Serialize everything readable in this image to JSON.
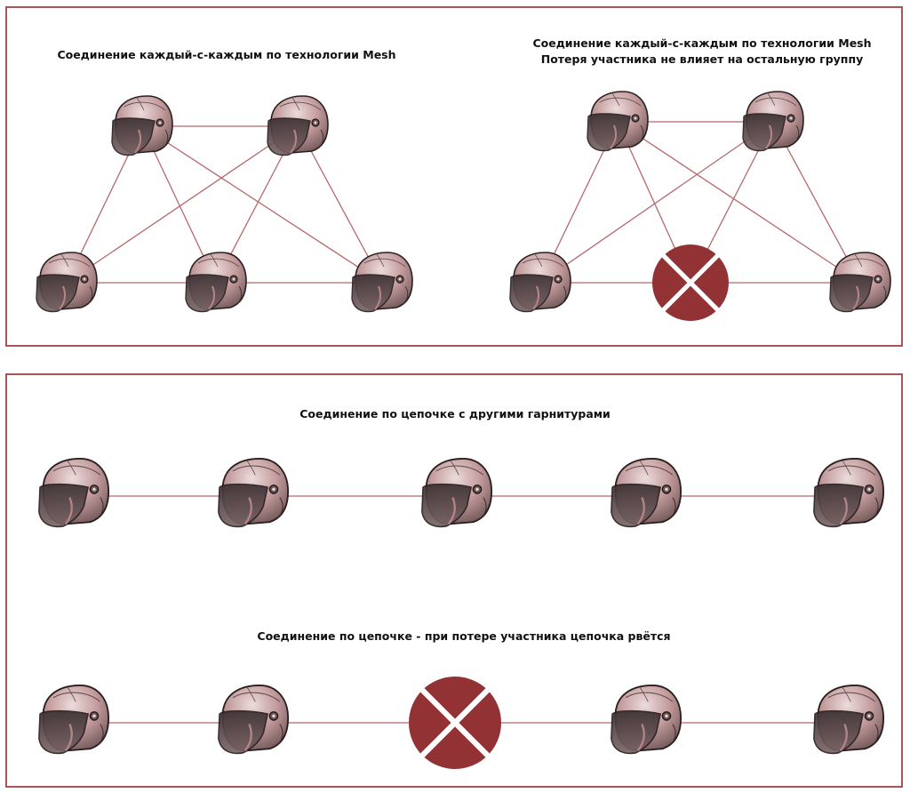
{
  "colors": {
    "border": "#a8555a",
    "link": "#b5696d",
    "failure": "#933234",
    "helmet_shell": "#c9a3a3",
    "helmet_visor": "#4a3c3e"
  },
  "panels": {
    "top": {
      "mesh_basic": {
        "title": "Соединение каждый-с-каждым по технологии Mesh",
        "nodes": [
          "helmet",
          "helmet",
          "helmet",
          "helmet",
          "helmet"
        ],
        "icon": "helmet-icon"
      },
      "mesh_failure": {
        "title_line1": "Соединение каждый-с-каждым по технологии Mesh",
        "title_line2": "Потеря участника не влияет на остальную группу",
        "nodes": [
          "helmet",
          "helmet",
          "helmet",
          "failed",
          "helmet"
        ],
        "icon": "helmet-icon",
        "failure_icon": "crossed-circle-icon"
      }
    },
    "bottom": {
      "chain_basic": {
        "title": "Соединение по цепочке с другими гарнитурами",
        "nodes": [
          "helmet",
          "helmet",
          "helmet",
          "helmet",
          "helmet"
        ]
      },
      "chain_failure": {
        "title": "Соединение по цепочке - при потере участника цепочка рвётся",
        "nodes": [
          "helmet",
          "helmet",
          "failed",
          "helmet",
          "helmet"
        ]
      }
    }
  }
}
